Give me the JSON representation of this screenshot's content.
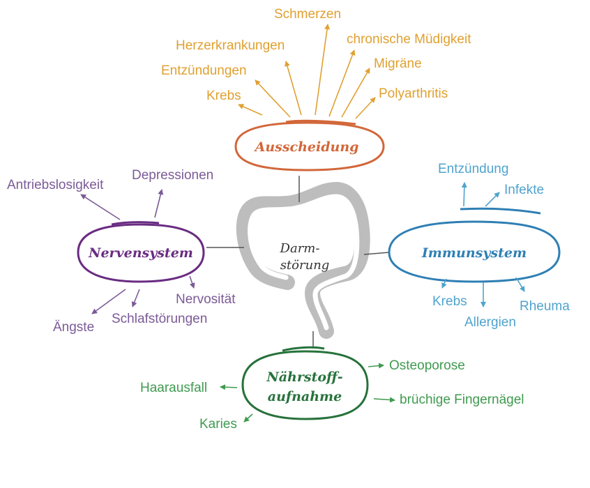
{
  "colors": {
    "ausscheidung": "#E0A030",
    "ausscheidung_hub": "#D2673A",
    "nervensystem": "#7B5A97",
    "nervensystem_hub": "#6A2C82",
    "immunsystem": "#4FA3CE",
    "immunsystem_hub": "#2E7FB4",
    "naehrstoff": "#3F9A4F",
    "naehrstoff_hub": "#27723B",
    "intestine": "#BDBDBD",
    "connector": "#555555"
  },
  "center": {
    "line1": "Darm-",
    "line2": "störung"
  },
  "hubs": {
    "ausscheidung": "Ausscheidung",
    "nervensystem": "Nervensystem",
    "immunsystem": "Immunsystem",
    "naehrstoff_line1": "Nährstoff-",
    "naehrstoff_line2": "aufnahme"
  },
  "ausscheidung": {
    "schmerzen": "Schmerzen",
    "herzerkrankungen": "Herzerkrankungen",
    "chronische_muedigkeit": "chronische Müdigkeit",
    "entzuendungen": "Entzündungen",
    "migraene": "Migräne",
    "krebs": "Krebs",
    "polyarthritis": "Polyarthritis"
  },
  "nervensystem": {
    "antriebslosigkeit": "Antriebslosigkeit",
    "depressionen": "Depressionen",
    "nervositaet": "Nervosität",
    "aengste": "Ängste",
    "schlafstoerungen": "Schlafstörungen"
  },
  "immunsystem": {
    "entzuendung": "Entzündung",
    "infekte": "Infekte",
    "krebs": "Krebs",
    "rheuma": "Rheuma",
    "allergien": "Allergien"
  },
  "naehrstoff": {
    "osteoporose": "Osteoporose",
    "haarausfall": "Haarausfall",
    "bruechige_fingernaegel": "brüchige Fingernägel",
    "karies": "Karies"
  }
}
